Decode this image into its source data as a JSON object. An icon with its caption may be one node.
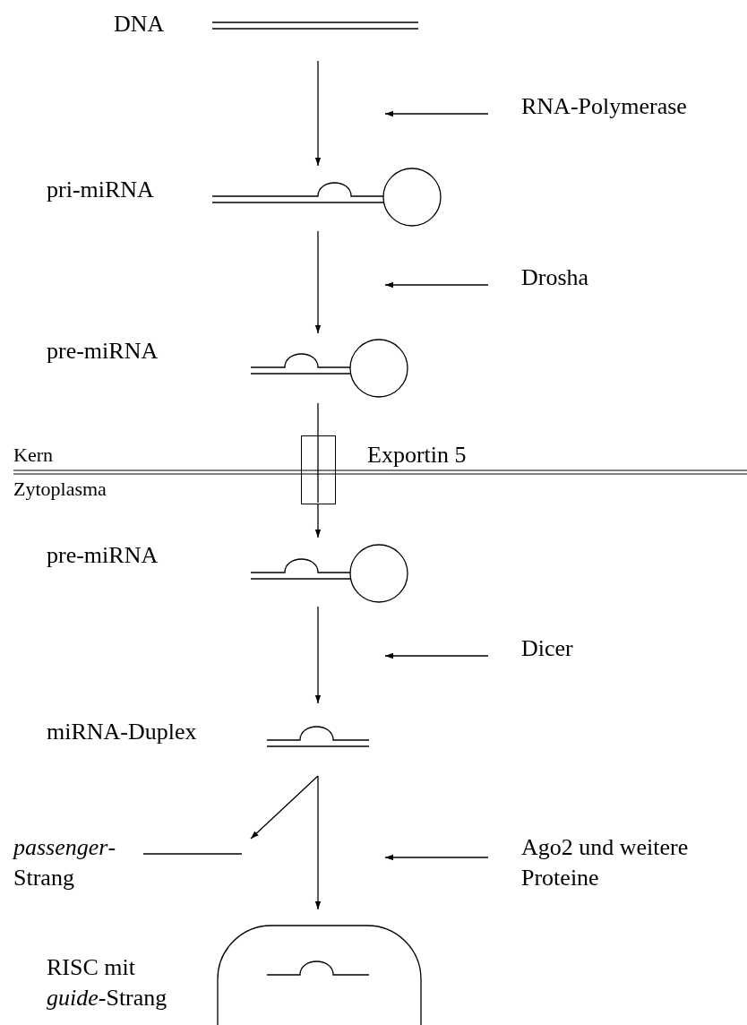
{
  "diagram": {
    "nodes": [
      {
        "text": [],
        "shape": "picture",
        "beside": [
          "DNA"
        ]
      },
      {
        "text": [],
        "shape": "picture",
        "beside": [
          "pri-miRNA"
        ]
      },
      {
        "text": [],
        "shape": "picture",
        "beside": [
          "pre-miRNA"
        ]
      },
      {
        "text": [],
        "shape": "box",
        "beside": [
          "Exportin 5"
        ]
      },
      {
        "text": [],
        "shape": "picture",
        "beside": [
          "pre-miRNA"
        ]
      },
      {
        "text": [],
        "shape": "picture",
        "beside": [
          "miRNA-Duplex"
        ]
      },
      {
        "text": [],
        "shape": "picture",
        "beside": [
          "*passenger*-Strang"
        ]
      },
      {
        "text": [],
        "shape": "picture",
        "beside": [
          "RISC mit *guide*-Strang"
        ]
      },
      {
        "text": [
          "RNA-Polymerase"
        ]
      },
      {
        "text": [
          "Drosha"
        ]
      },
      {
        "text": [
          "Dicer"
        ]
      },
      {
        "text": [
          "Ago2 und weitere Proteine"
        ]
      }
    ],
    "edges": [
      {
        "from": 0,
        "to": 1,
        "arrow": "to"
      },
      {
        "from": 1,
        "to": 2,
        "arrow": "to"
      },
      {
        "from": 2,
        "to": 3,
        "arrow": "none"
      },
      {
        "from": 3,
        "to": 4,
        "arrow": "to"
      },
      {
        "from": 4,
        "to": 5,
        "arrow": "to"
      },
      {
        "from": 5,
        "to": 6,
        "arrow": "to"
      },
      {
        "from": 5,
        "to": 7,
        "arrow": "to"
      },
      {
        "from": 8,
        "to": null,
        "arrow": "to"
      },
      {
        "from": 9,
        "to": null,
        "arrow": "to"
      },
      {
        "from": 10,
        "to": null,
        "arrow": "to"
      },
      {
        "from": 11,
        "to": null,
        "arrow": "to"
      }
    ],
    "labels": [
      "Kern",
      "Zytoplasma"
    ]
  }
}
